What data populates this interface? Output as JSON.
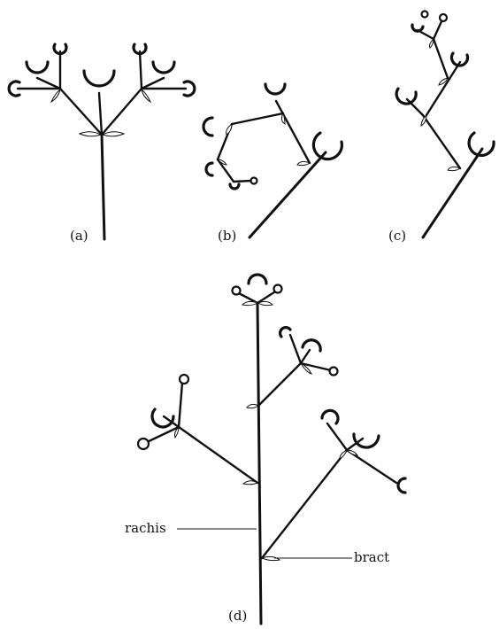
{
  "panels": {
    "a": {
      "label": "(a)"
    },
    "b": {
      "label": "(b)"
    },
    "c": {
      "label": "(c)"
    },
    "d": {
      "label": "(d)"
    }
  },
  "annotations": {
    "rachis": "rachis",
    "bract": "bract"
  }
}
